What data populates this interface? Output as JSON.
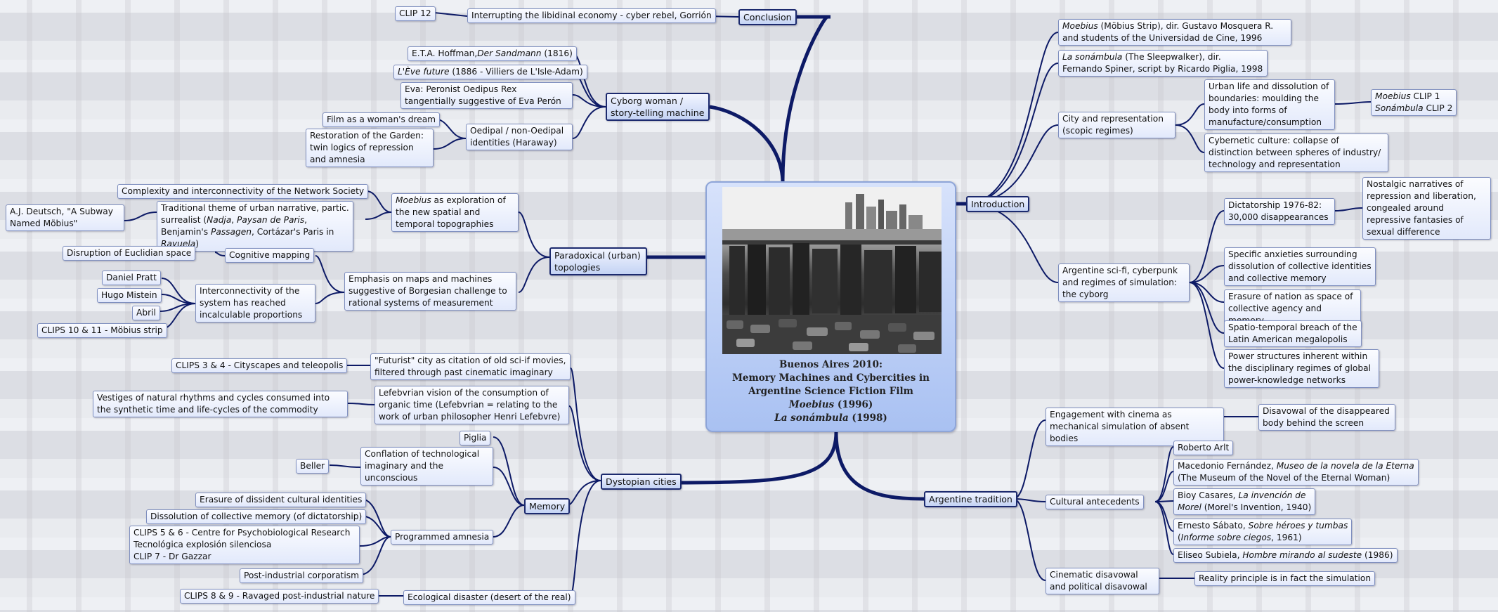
{
  "center": {
    "title_line1": "Buenos Aires 2010:",
    "title_line2": "Memory Machines and Cybercities in",
    "title_line3": "Argentine Science Fiction Film",
    "film1_title": "Moebius",
    "film1_year": " (1996)",
    "film2_title": "La sonámbula",
    "film2_year": " (1998)",
    "image_alt": "Black-and-white still: city skyline with elevated track and crowded cars"
  },
  "conclusion": {
    "label": "Conclusion",
    "child": "Interrupting the libidinal economy - cyber rebel, Gorrión",
    "clip": "CLIP 12"
  },
  "cyborg": {
    "label_1": "Cyborg woman /",
    "label_2": "story-telling machine",
    "hoffman_pre": "E.T.A. Hoffman,",
    "hoffman_it": "Der Sandmann",
    "hoffman_post": " (1816)",
    "eve_it": "L'Ève future",
    "eve_post": " (1886 - Villiers de L'Isle-Adam)",
    "eva": "Eva: Peronist Oedipus Rex tangentially suggestive of Eva Perón",
    "oedipal": "Oedipal / non-Oedipal identities (Haraway)",
    "dream": "Film as a woman's dream",
    "garden": "Restoration of the Garden: twin logics of repression and amnesia"
  },
  "paradoxical": {
    "label": "Paradoxical (urban) topologies",
    "moebius_it": "Moebius",
    "moebius_post": " as exploration of the new spatial and temporal topographies",
    "network": "Complexity and interconnectivity of the Network Society",
    "urban_pre": "Traditional theme of urban narrative, partic. surrealist (",
    "urban_nadja": "Nadja",
    "urban_sep1": ", ",
    "urban_paysan": "Paysan de Paris",
    "urban_mid": ", Benjamin's ",
    "urban_passagen": "Passagen",
    "urban_cortazar": ", Cortázar's Paris in ",
    "urban_rayuela": "Rayuela",
    "urban_end": ")",
    "deutsch": "A.J. Deutsch, \"A Subway Named Möbius\"",
    "maps": "Emphasis on maps and machines suggestive of  Borgesian challenge to rational systems of measurement",
    "cognitive": "Cognitive mapping",
    "disruption": "Disruption of Euclidian space",
    "interconnect": "Interconnectivity of the system has reached incalculable proportions",
    "pratt": "Daniel Pratt",
    "mistein": "Hugo Mistein",
    "abril": "Abril",
    "clips_10_11": "CLIPS 10 & 11 - Möbius strip"
  },
  "dystopian": {
    "label": "Dystopian cities",
    "futurist": "\"Futurist\" city as citation of old sci-if movies, filtered through past cinematic imaginary",
    "clips_3_4": "CLIPS 3 & 4 - Cityscapes and teleopolis",
    "lefebvre": "Lefebvrian vision of the consumption of organic time (Lefebvrian = relating to the work of urban philosopher Henri Lefebvre)",
    "vestiges": "Vestiges of natural rhythms and cycles consumed into the synthetic time and life-cycles of the commodity",
    "memory": "Memory",
    "piglia": "Piglia",
    "conflation": "Conflation of technological imaginary and the unconscious",
    "beller": "Beller",
    "amnesia": "Programmed amnesia",
    "erasure": "Erasure of dissident cultural identities",
    "dissolution": "Dissolution of collective memory (of dictatorship)",
    "clips_5_6_a": "CLIPS 5 & 6 - Centre for Psychobiological Research",
    "clips_5_6_b": "Tecnológica explosión silenciosa",
    "clips_5_6_c": "CLIP 7 - Dr Gazzar",
    "postindustrial": "Post-industrial corporatism",
    "ecological": "Ecological disaster (desert of the real)",
    "clips_8_9": "CLIPS 8 & 9 - Ravaged post-industrial nature"
  },
  "introduction": {
    "label": "Introduction",
    "moebius_it": "Moebius",
    "moebius_post": " (Möbius Strip), dir. Gustavo Mosquera R. and students of the Universidad de Cine, 1996",
    "sonam_it": "La sonámbula",
    "sonam_post": " (The Sleepwalker), dir. Fernando Spiner, script by Ricardo Piglia, 1998",
    "city": "City and representation (scopic regimes)",
    "urban_life": "Urban life and dissolution of boundaries: moulding the body into forms of manufacture/consumption",
    "clip1_it": "Moebius",
    "clip1_post": " CLIP 1",
    "clip2_it": "Sonámbula",
    "clip2_post": " CLIP 2",
    "cybernetic": "Cybernetic culture: collapse of distinction between spheres of industry/ technology and representation",
    "argscifi": "Argentine sci-fi, cyberpunk and regimes of simulation: the cyborg",
    "dictatorship": "Dictatorship 1976-82: 30,000 disappearances",
    "nostalgic": "Nostalgic narratives of repression and liberation, congealed around repressive fantasies of sexual difference",
    "anxieties": "Specific anxieties surrounding dissolution of collective identities and collective memory",
    "erasure_nation": "Erasure of nation as space of collective agency and memory",
    "breach": "Spatio-temporal breach of the Latin American megalopolis",
    "power": "Power structures inherent within the disciplinary regimes of global power-knowledge networks"
  },
  "argentine": {
    "label": "Argentine tradition",
    "engagement": "Engagement with cinema as mechanical simulation of absent bodies",
    "disavowal_body": "Disavowal of the disappeared body behind the screen",
    "antecedents": "Cultural antecedents",
    "arlt": "Roberto Arlt",
    "macedonio_pre": "Macedonio Fernández, ",
    "macedonio_it": "Museo de la novela de la Eterna",
    "macedonio_post": "(The Museum of the Novel of the Eternal Woman)",
    "bioy_pre": "Bioy Casares, ",
    "bioy_it1": "La invención de",
    "bioy_it2": "Morel",
    "bioy_post": " (Morel's Invention, 1940)",
    "sabato_pre": "Ernesto Sábato, ",
    "sabato_it": "Sobre héroes y tumbas",
    "sabato_open": "(",
    "sabato_it2": "Informe sobre ciegos",
    "sabato_post": ", 1961)",
    "subiela_pre": "Eliseo Subiela, ",
    "subiela_it": "Hombre mirando al sudeste",
    "subiela_post": " (1986)",
    "cinematic": "Cinematic disavowal and political disavowal",
    "reality": "Reality principle is in fact the simulation"
  }
}
